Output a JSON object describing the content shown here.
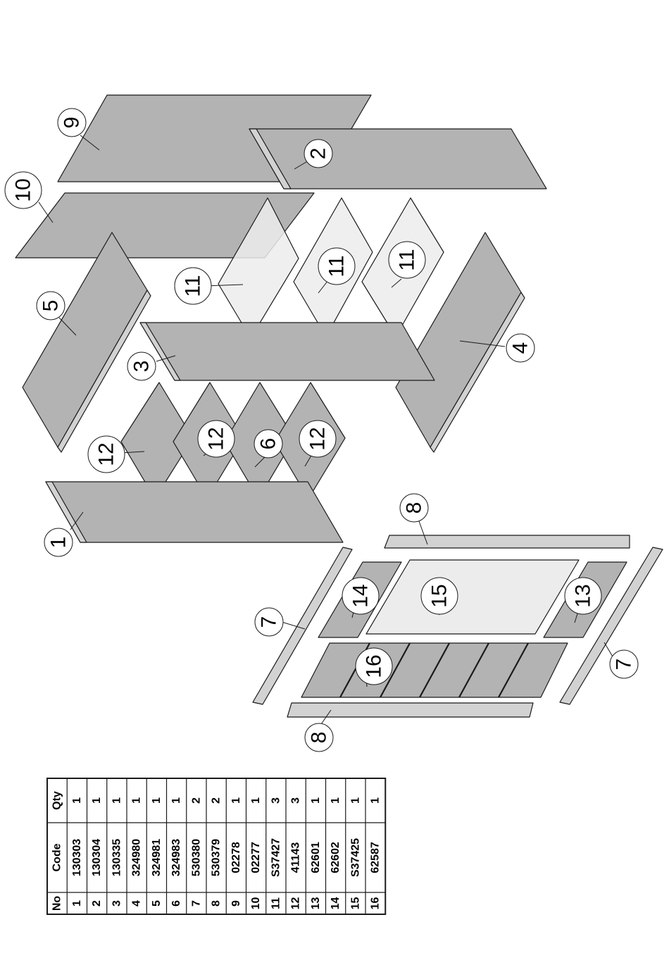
{
  "colors": {
    "panel": "#b3b3b3",
    "panel_light": "#d2d2d2",
    "glass": "#ececec",
    "edge": "#1a1a1a",
    "background": "#ffffff"
  },
  "callouts": {
    "c1": "1",
    "c2": "2",
    "c3": "3",
    "c4": "4",
    "c5": "5",
    "c6": "6",
    "c7a": "7",
    "c7b": "7",
    "c8a": "8",
    "c8b": "8",
    "c9": "9",
    "c10": "10",
    "c11a": "11",
    "c11b": "11",
    "c11c": "11",
    "c12a": "12",
    "c12b": "12",
    "c12c": "12",
    "c13": "13",
    "c14": "14",
    "c15": "15",
    "c16": "16"
  },
  "parts_table": {
    "headers": [
      "No",
      "Code",
      "Qty"
    ],
    "rows": [
      [
        "1",
        "130303",
        "1"
      ],
      [
        "2",
        "130304",
        "1"
      ],
      [
        "3",
        "130335",
        "1"
      ],
      [
        "4",
        "324980",
        "1"
      ],
      [
        "5",
        "324981",
        "1"
      ],
      [
        "6",
        "324983",
        "1"
      ],
      [
        "7",
        "530380",
        "2"
      ],
      [
        "8",
        "530379",
        "2"
      ],
      [
        "9",
        "02278",
        "1"
      ],
      [
        "10",
        "02277",
        "1"
      ],
      [
        "11",
        "S37427",
        "3"
      ],
      [
        "12",
        "41143",
        "3"
      ],
      [
        "13",
        "62601",
        "1"
      ],
      [
        "14",
        "62602",
        "1"
      ],
      [
        "15",
        "S37425",
        "1"
      ],
      [
        "16",
        "62587",
        "1"
      ]
    ]
  }
}
